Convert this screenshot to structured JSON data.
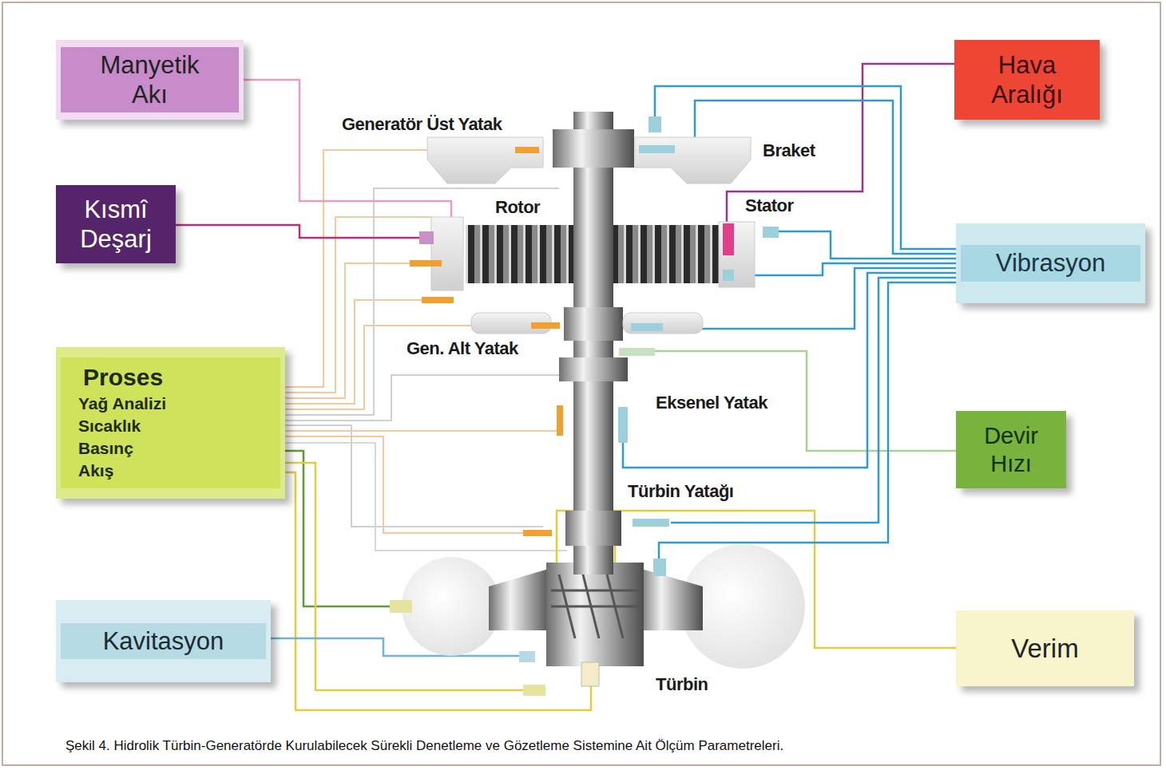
{
  "diagram": {
    "caption": "Şekil 4. Hidrolik Türbin-Generatörde Kurulabilecek Sürekli Denetleme ve Gözetleme Sistemine Ait Ölçüm Parametreleri.",
    "nodes": [
      {
        "text": [
          "Manyetik Akı"
        ]
      },
      {
        "text": [
          "Hava Aralığı"
        ]
      },
      {
        "text": [
          "Kısmî Deşarj"
        ]
      },
      {
        "text": [
          "Vibrasyon"
        ]
      },
      {
        "text": [
          "Proses",
          "Yağ Analizi",
          "Sıcaklık",
          "Basınç",
          "Akış"
        ]
      },
      {
        "text": [
          "Devir Hızı"
        ]
      },
      {
        "text": [
          "Kavitasyon"
        ]
      },
      {
        "text": [
          "Verim"
        ]
      }
    ],
    "labels": [
      "Generatör Üst Yatak",
      "Braket",
      "Rotor",
      "Stator",
      "Gen. Alt Yatak",
      "Eksenel Yatak",
      "Türbin Yatağı",
      "Türbin"
    ]
  }
}
